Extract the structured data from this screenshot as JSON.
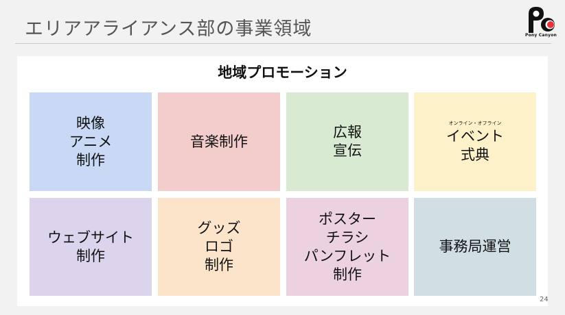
{
  "header": {
    "title": "エリアアライアンス部の事業領域",
    "logo_text": "Pony Canyon"
  },
  "panel": {
    "heading": "地域プロモーション"
  },
  "tiles": [
    {
      "lines": [
        "映像",
        "アニメ",
        "制作"
      ],
      "color": "#c9d9f5"
    },
    {
      "lines": [
        "音楽制作"
      ],
      "color": "#f3cccc"
    },
    {
      "lines": [
        "広報",
        "宣伝"
      ],
      "color": "#d9ead3"
    },
    {
      "ruby": "オンライン・オフライン",
      "lines": [
        "イベント",
        "式典"
      ],
      "color": "#fdf1c9"
    },
    {
      "lines": [
        "ウェブサイト",
        "制作"
      ],
      "color": "#dcd3ec"
    },
    {
      "lines": [
        "グッズ",
        "ロゴ",
        "制作"
      ],
      "color": "#fce4cb"
    },
    {
      "lines": [
        "ポスター",
        "チラシ",
        "パンフレット",
        "制作"
      ],
      "color": "#ecd2e1"
    },
    {
      "lines": [
        "事務局運営"
      ],
      "color": "#d1dfe5"
    }
  ],
  "footer": {
    "page_number": "24"
  },
  "colors": {
    "slide_background": "#f2f2f2",
    "panel_background": "#ffffff",
    "logo_accent": "#e8323a"
  }
}
